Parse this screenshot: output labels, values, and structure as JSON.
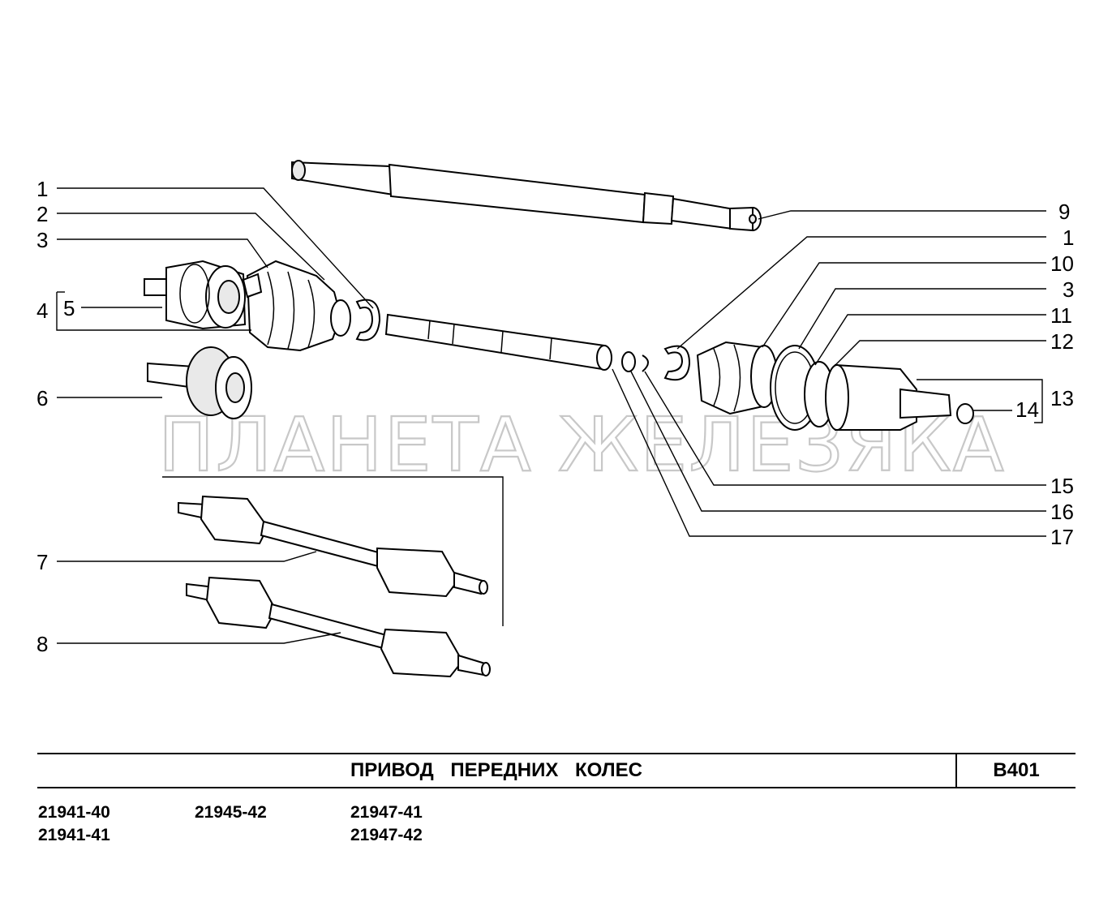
{
  "title": "ПРИВОД ПЕРЕДНИХ КОЛЕС",
  "page_code": "B401",
  "watermark": "ПЛАНЕТА ЖЕЛЕЗЯКА",
  "models": {
    "col1": [
      "21941-40",
      "21941-41"
    ],
    "col2": [
      "21945-42"
    ],
    "col3": [
      "21947-41",
      "21947-42"
    ]
  },
  "callouts_left": [
    "1",
    "2",
    "3",
    "4",
    "5",
    "6",
    "7",
    "8"
  ],
  "callouts_right": [
    "9",
    "1",
    "10",
    "3",
    "11",
    "12",
    "13",
    "14",
    "15",
    "16",
    "17"
  ]
}
